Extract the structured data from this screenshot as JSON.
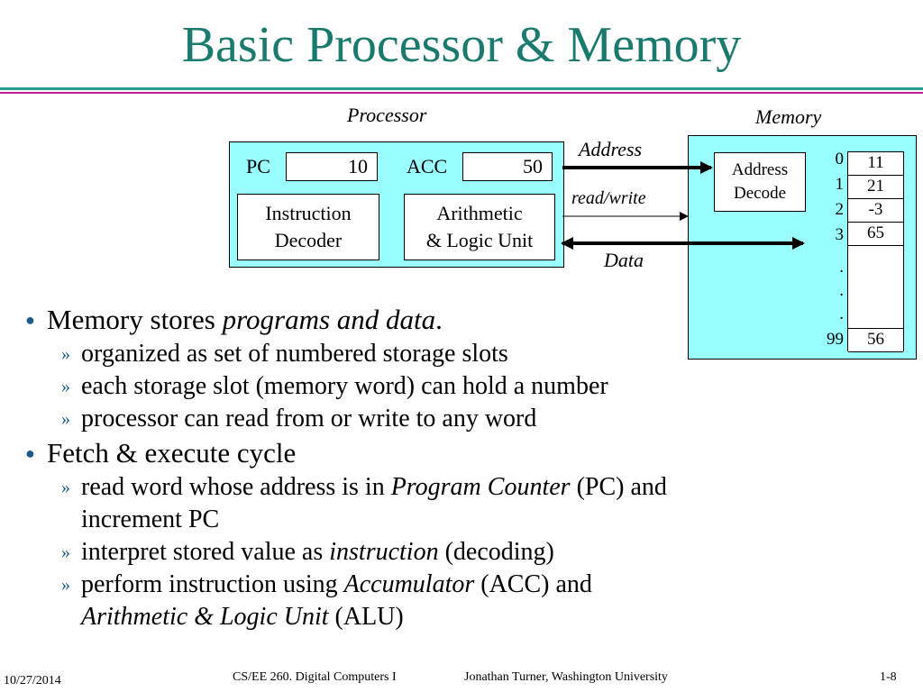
{
  "slide": {
    "title": "Basic Processor & Memory"
  },
  "diagram": {
    "processor_caption": "Processor",
    "memory_caption": "Memory",
    "pc_label": "PC",
    "pc_value": "10",
    "acc_label": "ACC",
    "acc_value": "50",
    "instruction_decoder": [
      "Instruction",
      "Decoder"
    ],
    "alu": [
      "Arithmetic",
      "& Logic Unit"
    ],
    "address_label": "Address",
    "readwrite_label": "read/write",
    "data_label": "Data",
    "address_decode": [
      "Address",
      "Decode"
    ],
    "memory_rows": [
      {
        "addr": "0",
        "value": "11"
      },
      {
        "addr": "1",
        "value": "21"
      },
      {
        "addr": "2",
        "value": "-3"
      },
      {
        "addr": "3",
        "value": "65"
      }
    ],
    "ellipsis": [
      ".",
      ".",
      "."
    ],
    "last_row": {
      "addr": "99",
      "value": "56"
    }
  },
  "bullets": {
    "b1": {
      "text": "Memory stores ",
      "italic": "programs and data",
      "tail": "."
    },
    "b1_subs": [
      "organized as set of numbered storage slots",
      "each storage slot (memory word) can hold a number",
      "processor can read from or write to any word"
    ],
    "b2": {
      "text": "Fetch & execute cycle"
    },
    "b2_sub1": {
      "pre": "read word whose address is in ",
      "italic": "Program Counter",
      "post": " (PC) and",
      "line2": "increment PC"
    },
    "b2_sub2": {
      "pre": "interpret stored value as ",
      "italic": "instruction",
      "post": " (decoding)"
    },
    "b2_sub3": {
      "pre": "perform instruction using ",
      "italic": "Accumulator",
      "post": " (ACC) and",
      "line2_italic": "Arithmetic & Logic Unit",
      "line2_post": " (ALU)"
    },
    "sub_marker": "»"
  },
  "footer": {
    "date": "10/27/2014",
    "course": "CS/EE 260. Digital Computers I",
    "author": "Jonathan Turner, Washington University",
    "page": "1-8"
  }
}
